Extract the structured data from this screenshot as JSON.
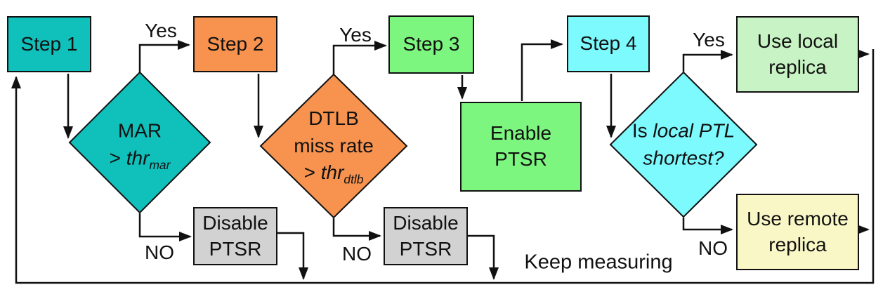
{
  "nodes": {
    "step1": {
      "label": "Step 1",
      "color": "#10C0BB"
    },
    "step2": {
      "label": "Step 2",
      "color": "#F7934F"
    },
    "step3": {
      "label": "Step 3",
      "color": "#7DF680"
    },
    "step4": {
      "label": "Step 4",
      "color": "#7DFAFE"
    },
    "enable_ptsr": {
      "label": "Enable\nPTSR",
      "color": "#7DF680"
    },
    "disable_ptsr_1": {
      "label": "Disable\nPTSR",
      "color": "#D2D2D2"
    },
    "disable_ptsr_2": {
      "label": "Disable\nPTSR",
      "color": "#D2D2D2"
    },
    "use_local_replica": {
      "label": "Use local\nreplica",
      "color": "#C8F3C4"
    },
    "use_remote_replica": {
      "label": "Use remote\nreplica",
      "color": "#FAF7C6"
    }
  },
  "decisions": {
    "mar": {
      "line1": "MAR",
      "op": ">",
      "threshold": "thr",
      "subscript": "mar",
      "color": "#10C0BB"
    },
    "dtlb": {
      "line1": "DTLB",
      "line2": "miss rate",
      "op": ">",
      "threshold": "thr",
      "subscript": "dtlb",
      "color": "#F7934F"
    },
    "local_ptl": {
      "lead": "Is",
      "italic_line1": "local PTL",
      "italic_line2": "shortest?",
      "color": "#7DFAFE"
    }
  },
  "edge_labels": {
    "yes_mar": "Yes",
    "yes_dtlb": "Yes",
    "yes_ptl": "Yes",
    "no_mar": "NO",
    "no_dtlb": "NO",
    "no_ptl": "NO",
    "keep_measuring": "Keep measuring"
  },
  "colors": {
    "stroke": "#111111",
    "background": "#FFFFFF"
  }
}
